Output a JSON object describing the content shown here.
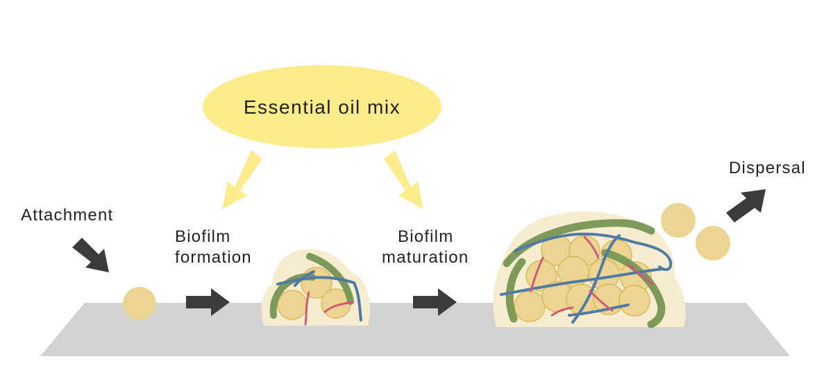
{
  "title": "Essential oil mix",
  "stages": {
    "attachment": "Attachment",
    "formation_line1": "Biofilm",
    "formation_line2": "formation",
    "maturation_line1": "Biofilm",
    "maturation_line2": "maturation",
    "dispersal": "Dispersal"
  },
  "colors": {
    "ellipse": "#fbec8c",
    "inhibit_arrow": "#fbec8c",
    "surface": "#d1d2d4",
    "cell_fill": "#ecd592",
    "cell_stroke": "#d9b95a",
    "matrix": "#f6eccf",
    "step_arrow": "#3b3b3b",
    "green_fiber": "#7d9a5b",
    "blue_fiber": "#4f7aa6",
    "red_fiber": "#cf5777"
  }
}
